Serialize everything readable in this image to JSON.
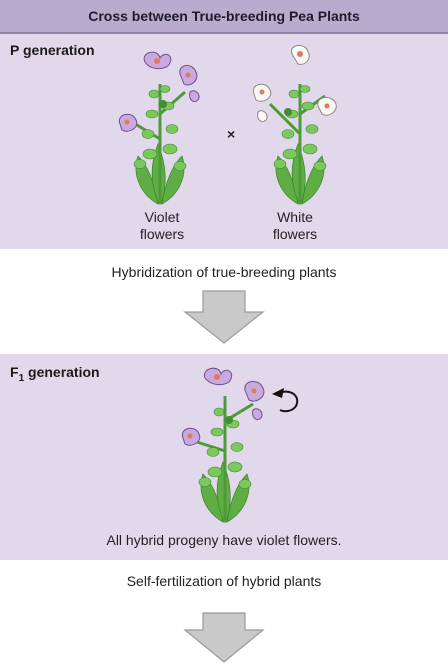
{
  "title": "Cross between True-breeding Pea Plants",
  "p_generation": {
    "label": "P generation",
    "left_plant_caption_line1": "Violet",
    "left_plant_caption_line2": "flowers",
    "cross_symbol": "×",
    "right_plant_caption_line1": "White",
    "right_plant_caption_line2": "flowers"
  },
  "step1": "Hybridization of true-breeding plants",
  "f1_generation": {
    "label_main": "F",
    "label_sub": "1",
    "label_rest": " generation",
    "caption": "All hybrid progeny have violet flowers."
  },
  "step2": "Self-fertilization of hybrid plants",
  "colors": {
    "violet_flower": "#c9a9de",
    "white_flower": "#f7f7f4",
    "leaf_green": "#6bbf4d",
    "arrow_gray": "#c9c9c9"
  },
  "icons": [
    "pea-plant-violet-icon",
    "pea-plant-white-icon",
    "down-arrow-icon",
    "self-pollination-arrow-icon"
  ]
}
